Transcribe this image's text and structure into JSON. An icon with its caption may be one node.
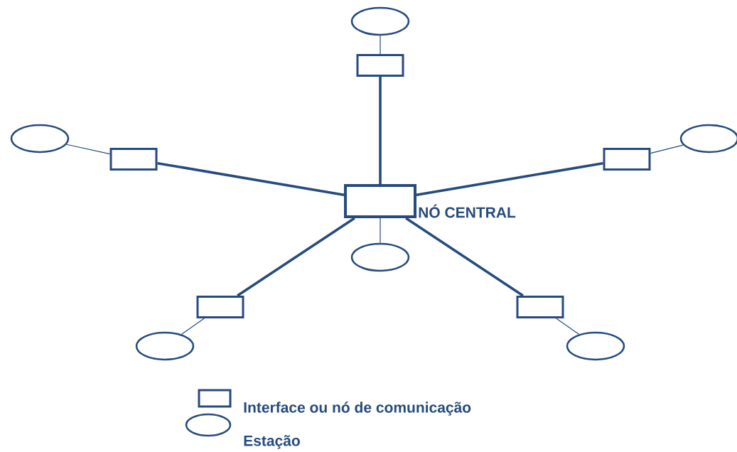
{
  "diagram": {
    "nodes": [
      {
        "text": [],
        "shape": "box",
        "beside": [
          "NÓ CENTRAL"
        ]
      },
      {
        "text": [],
        "shape": "circle"
      },
      {
        "text": [],
        "shape": "box"
      },
      {
        "text": [],
        "shape": "circle"
      },
      {
        "text": [],
        "shape": "circle"
      },
      {
        "text": [],
        "shape": "box"
      },
      {
        "text": [],
        "shape": "box"
      },
      {
        "text": [],
        "shape": "circle"
      },
      {
        "text": [],
        "shape": "box"
      },
      {
        "text": [],
        "shape": "box"
      },
      {
        "text": [],
        "shape": "circle"
      },
      {
        "text": [],
        "shape": "circle"
      }
    ],
    "edges": [
      {
        "from": 0,
        "to": 2,
        "arrow": "none",
        "style": "thick"
      },
      {
        "from": 2,
        "to": 1,
        "arrow": "none"
      },
      {
        "from": 0,
        "to": 5,
        "arrow": "none",
        "style": "thick"
      },
      {
        "from": 5,
        "to": 3,
        "arrow": "none"
      },
      {
        "from": 0,
        "to": 6,
        "arrow": "none",
        "style": "thick"
      },
      {
        "from": 6,
        "to": 4,
        "arrow": "none"
      },
      {
        "from": 0,
        "to": 7,
        "arrow": "none"
      },
      {
        "from": 0,
        "to": 8,
        "arrow": "none",
        "style": "thick"
      },
      {
        "from": 8,
        "to": 10,
        "arrow": "none"
      },
      {
        "from": 0,
        "to": 9,
        "arrow": "none",
        "style": "thick"
      },
      {
        "from": 9,
        "to": 11,
        "arrow": "none"
      }
    ],
    "legend": [
      {
        "text": "Interface ou nó de comunicação"
      },
      {
        "text": "Estação"
      }
    ]
  }
}
